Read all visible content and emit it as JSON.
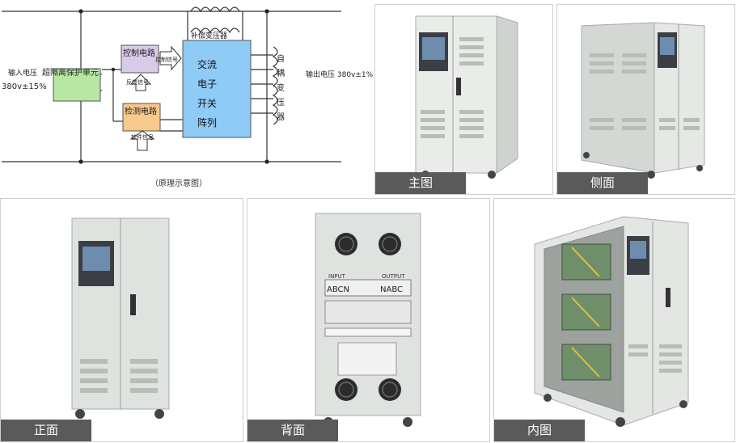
{
  "diagram": {
    "input_label": "输入电压",
    "input_voltage": "380v±15%",
    "isolation_unit": "超隔离保护单元",
    "control_circuit": "控制电路",
    "control_signal": "控制信号",
    "feedback_signal": "反馈信号",
    "detect_circuit": "检测电路",
    "soft_signal": "软件信号",
    "comp_transformer": "补偿变压器",
    "switch_array": [
      "交流",
      "电子",
      "开关",
      "阵列"
    ],
    "auto_transformer": [
      "自",
      "耦",
      "变",
      "压",
      "器"
    ],
    "output_label": "输出电压 380v±1%",
    "caption": "（原理示意图）"
  },
  "views": {
    "main": "主图",
    "side": "侧面",
    "front": "正面",
    "back": "背面",
    "inside": "内图"
  },
  "back_panel": {
    "input_label": "INPUT",
    "output_label": "OUTPUT",
    "terminals": "ABCN",
    "terminals_out": "NABC"
  },
  "colors": {
    "isolation": "#b7e7a3",
    "control": "#d8cbe9",
    "detect": "#f7c98c",
    "switch_array": "#8fcbf7",
    "caption_bar": "#5a5a5a"
  }
}
